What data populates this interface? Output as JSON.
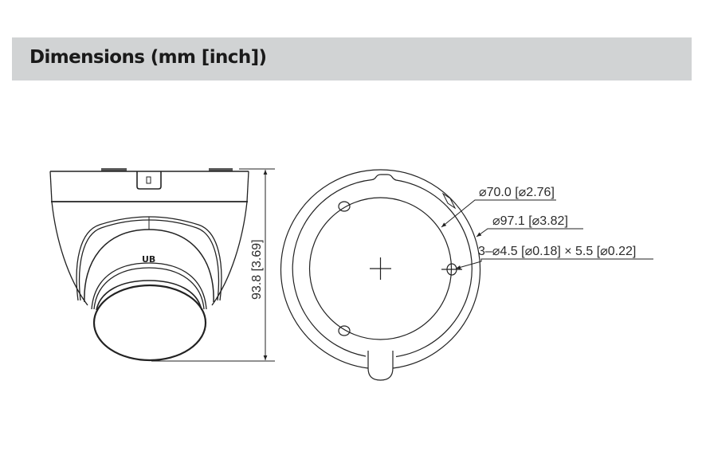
{
  "header": {
    "title": "Dimensions (mm [inch])",
    "background_color": "#d1d3d4"
  },
  "side_view": {
    "height_label": "93.8 [3.69]",
    "logo_mark": "UB"
  },
  "top_view": {
    "callouts": [
      {
        "id": "inner-diameter",
        "text": "⌀70.0 [⌀2.76]"
      },
      {
        "id": "outer-diameter",
        "text": "⌀97.1 [⌀3.82]"
      },
      {
        "id": "mounting-holes",
        "text": "3–⌀4.5 [⌀0.18] × 5.5 [⌀0.22]"
      }
    ]
  }
}
